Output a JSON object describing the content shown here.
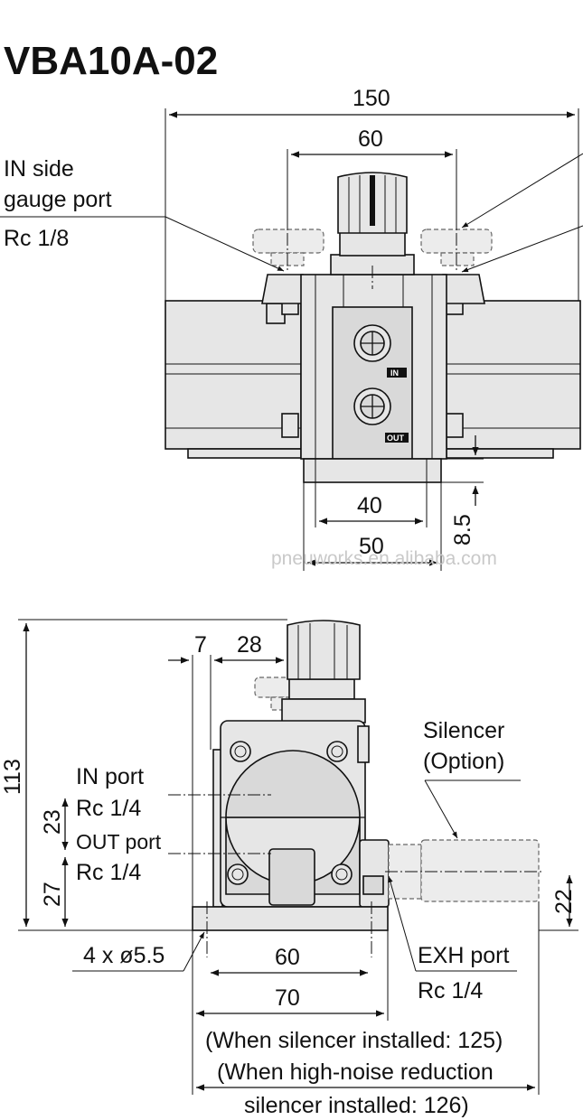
{
  "title": "VBA10A-02",
  "front_view": {
    "dims": {
      "overall_width": "150",
      "center_width": "60",
      "inner_base": "40",
      "base_width": "50",
      "base_height": "8.5"
    },
    "in_gauge_label_line1": "IN side",
    "in_gauge_label_line2": "gauge port",
    "in_gauge_label_line3": "Rc 1/8",
    "in_marking": "IN",
    "out_marking": "OUT"
  },
  "side_view": {
    "dims": {
      "height": "113",
      "offset": "7",
      "knob_to_base": "28",
      "port_spacing": "23",
      "out_height": "27",
      "exh_height": "22",
      "mount_spacing": "60",
      "base_length": "70"
    },
    "in_port_label": "IN port",
    "in_port_size": "Rc 1/4",
    "out_port_label": "OUT port",
    "out_port_size": "Rc 1/4",
    "silencer_label": "Silencer",
    "silencer_option": "(Option)",
    "mount_holes": "4 x ø5.5",
    "exh_port_label": "EXH port",
    "exh_port_size": "Rc 1/4",
    "note_line1": "(When silencer installed: 125)",
    "note_line2": "(When high-noise reduction",
    "note_line3": "silencer installed: 126)"
  },
  "watermark": "pneuworks.en.alibaba.com"
}
